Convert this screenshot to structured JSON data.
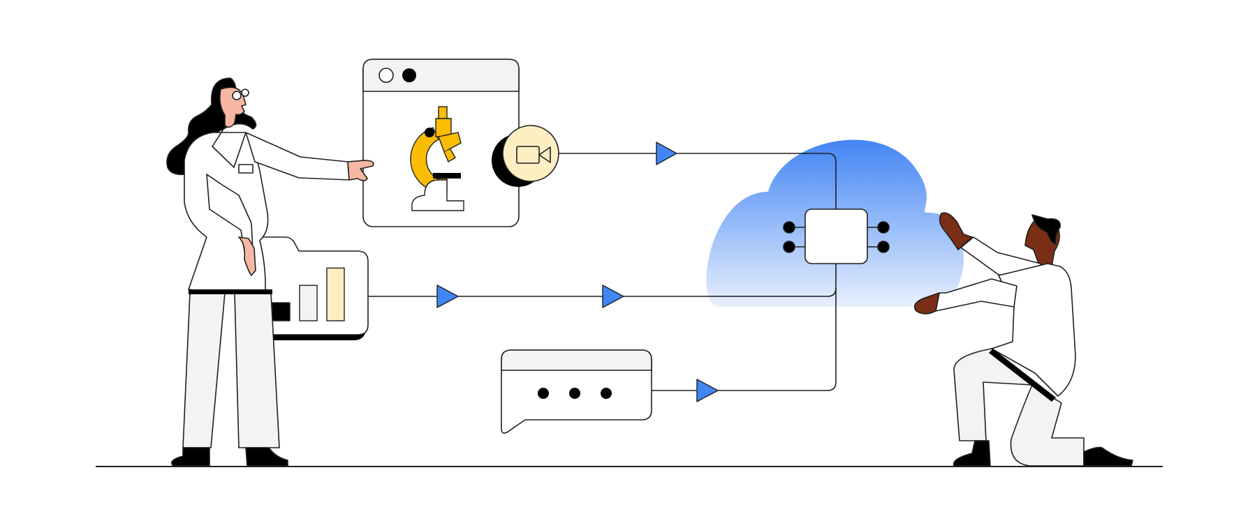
{
  "colors": {
    "background": "#ffffff",
    "outline": "#1f1f1f",
    "panel_gray": "#f1f3f4",
    "coat_white": "#ffffff",
    "pants_gray": "#f1f3f4",
    "yellow": "#fbbc04",
    "pale_yellow": "#feefc3",
    "blue": "#4285f4",
    "cloud_top": "#4285f4",
    "cloud_bottom": "#e8f0fe",
    "skin_light": "#f6b8a2",
    "skin_dark": "#7a2e16",
    "black": "#000000"
  },
  "icons": {
    "microscope": "microscope-icon",
    "video": "video-camera-icon",
    "chip": "chip-icon",
    "chat": "chat-bubble-icon",
    "folder": "folder-bar-chart-icon",
    "flow_arrow": "play-arrow-icon"
  },
  "folder_chart": {
    "bars": [
      0.24,
      0.47,
      0.7
    ]
  }
}
